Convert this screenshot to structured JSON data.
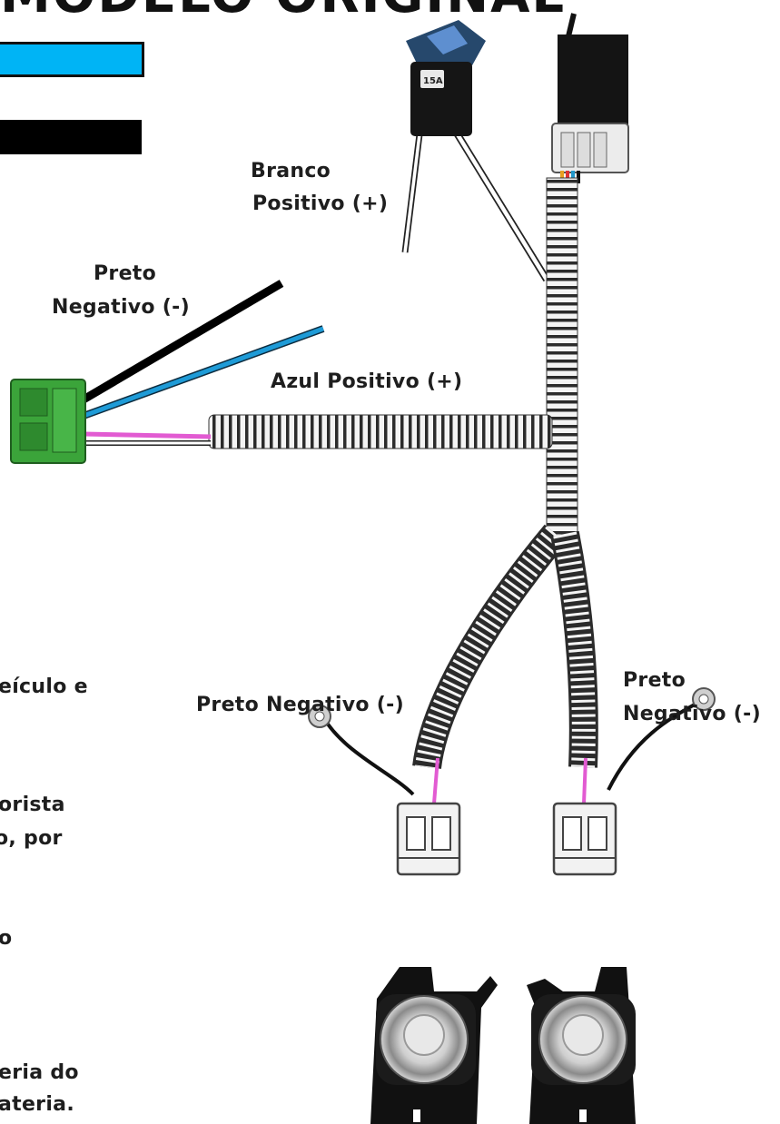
{
  "title": "MODELO ORIGINAL",
  "legend": {
    "blue_color": "#00B4F5",
    "black_color": "#000000"
  },
  "labels": {
    "branco_1": "Branco",
    "branco_2": "Positivo (+)",
    "preto_top_1": "Preto",
    "preto_top_2": "Negativo (-)",
    "azul": "Azul Positivo (+)",
    "preto_left": "Preto Negativo (-)",
    "preto_right_1": "Preto",
    "preto_right_2": "Negativo (-)"
  },
  "fuse": {
    "label": "15A"
  },
  "side_text": [
    "eículo e",
    "orista",
    "o, por",
    "o",
    "eria do",
    "ateria."
  ],
  "colors": {
    "blue_wire": "#1E9BD7",
    "pink_wire": "#E25BD2",
    "connector_green": "#3BA43A"
  },
  "icons": [
    "relay-icon",
    "fuse-holder-icon",
    "green-connector-icon",
    "ring-terminal-icon",
    "plug-connector-icon",
    "fog-lamp-icon"
  ]
}
